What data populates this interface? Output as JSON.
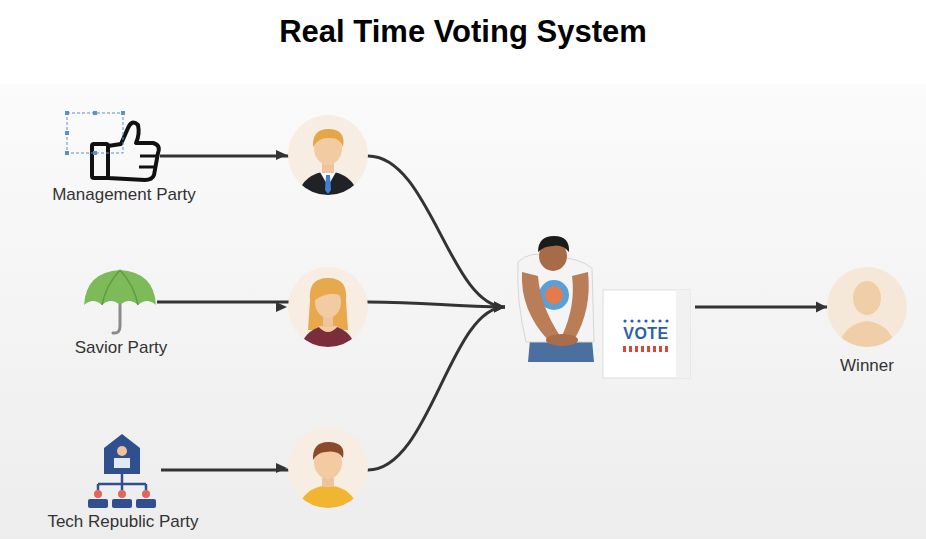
{
  "diagram": {
    "title": "Real Time Voting System",
    "nodes": [
      {
        "text": [
          "Management Party"
        ]
      },
      {
        "text": [
          "Savior Party"
        ]
      },
      {
        "text": [
          "Tech Republic Party"
        ]
      },
      {
        "text": [
          "VOTE"
        ]
      },
      {
        "text": [
          "Winner"
        ]
      }
    ],
    "edges": [
      {
        "from": 0,
        "to": 3,
        "arrow": "to"
      },
      {
        "from": 1,
        "to": 3,
        "arrow": "to"
      },
      {
        "from": 2,
        "to": 3,
        "arrow": "to"
      },
      {
        "from": 3,
        "to": 4,
        "arrow": "to"
      }
    ]
  }
}
